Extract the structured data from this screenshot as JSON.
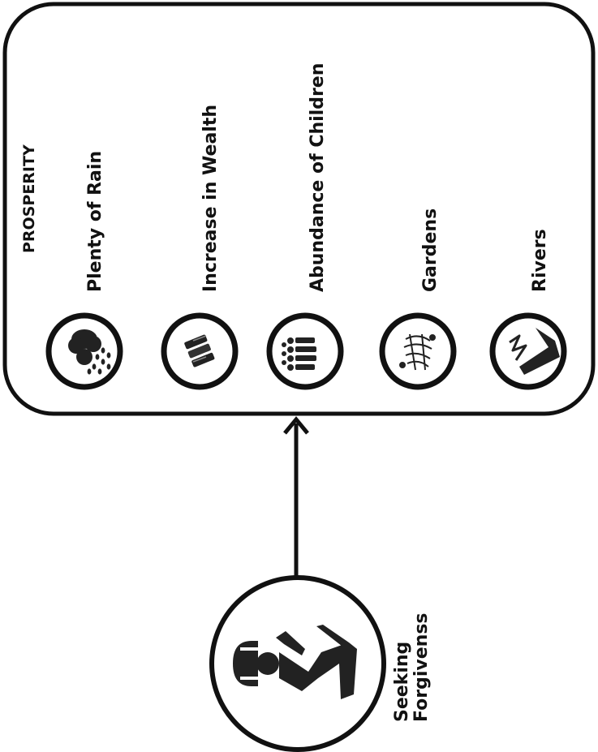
{
  "diagram": {
    "box_title": "PROSPERITY",
    "items": [
      {
        "label": "Plenty of Rain",
        "icon": "rain-cloud-icon"
      },
      {
        "label": "Increase in Wealth",
        "icon": "money-stack-icon"
      },
      {
        "label": "Abundance of Children",
        "icon": "children-group-icon"
      },
      {
        "label": "Gardens",
        "icon": "garden-plants-icon"
      },
      {
        "label": "Rivers",
        "icon": "river-icon"
      }
    ],
    "source": {
      "label_line1": "Seeking",
      "label_line2": "Forgivenss",
      "icon": "prostrating-person-icon"
    }
  }
}
